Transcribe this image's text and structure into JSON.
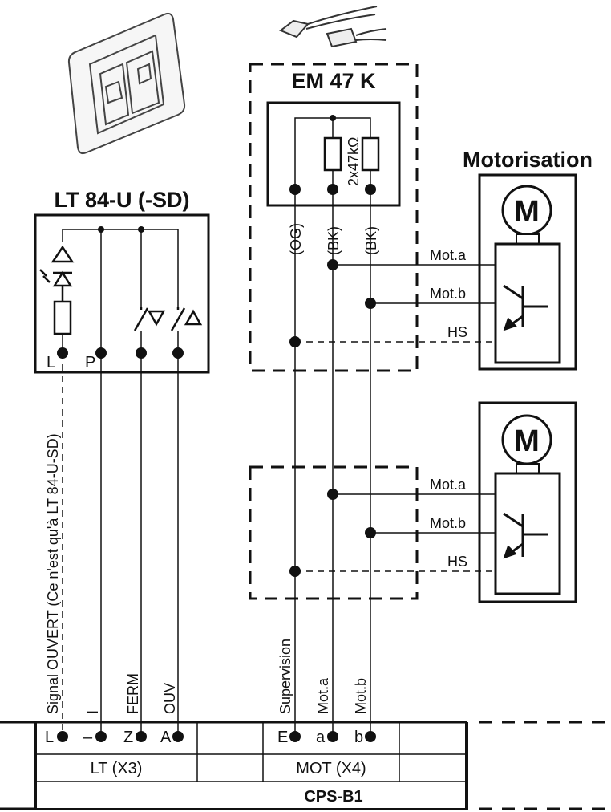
{
  "titles": {
    "em47k": "EM 47 K",
    "motorisation": "Motorisation",
    "lt84u": "LT 84-U (-SD)"
  },
  "em47k": {
    "resistor_label": "2x47kΩ",
    "wire_labels": [
      "(OG)",
      "(BK)",
      "(BK)"
    ]
  },
  "motor": {
    "symbol": "M",
    "lines": [
      "Mot.a",
      "Mot.b",
      "HS"
    ]
  },
  "lt84u": {
    "terminals": [
      "L",
      "P"
    ]
  },
  "signal_note": "Signal OUVERT (Ce n'est qu'à LT 84-U-SD)",
  "vertical_labels": {
    "i": "I",
    "ferm": "FERM",
    "ouv": "OUV",
    "supervision": "Supervision",
    "mota": "Mot.a",
    "motb": "Mot.b"
  },
  "cps": {
    "lt_terminals": [
      "L",
      "–",
      "Z",
      "A"
    ],
    "lt_label": "LT (X3)",
    "mot_terminals": [
      "E",
      "a",
      "b"
    ],
    "mot_label": "MOT (X4)",
    "name": "CPS-B1"
  },
  "icons": [
    "wall-switch-icon",
    "sensor-cable-icon",
    "motor-icon",
    "transistor-icon",
    "diode-icon",
    "switch-icon"
  ]
}
